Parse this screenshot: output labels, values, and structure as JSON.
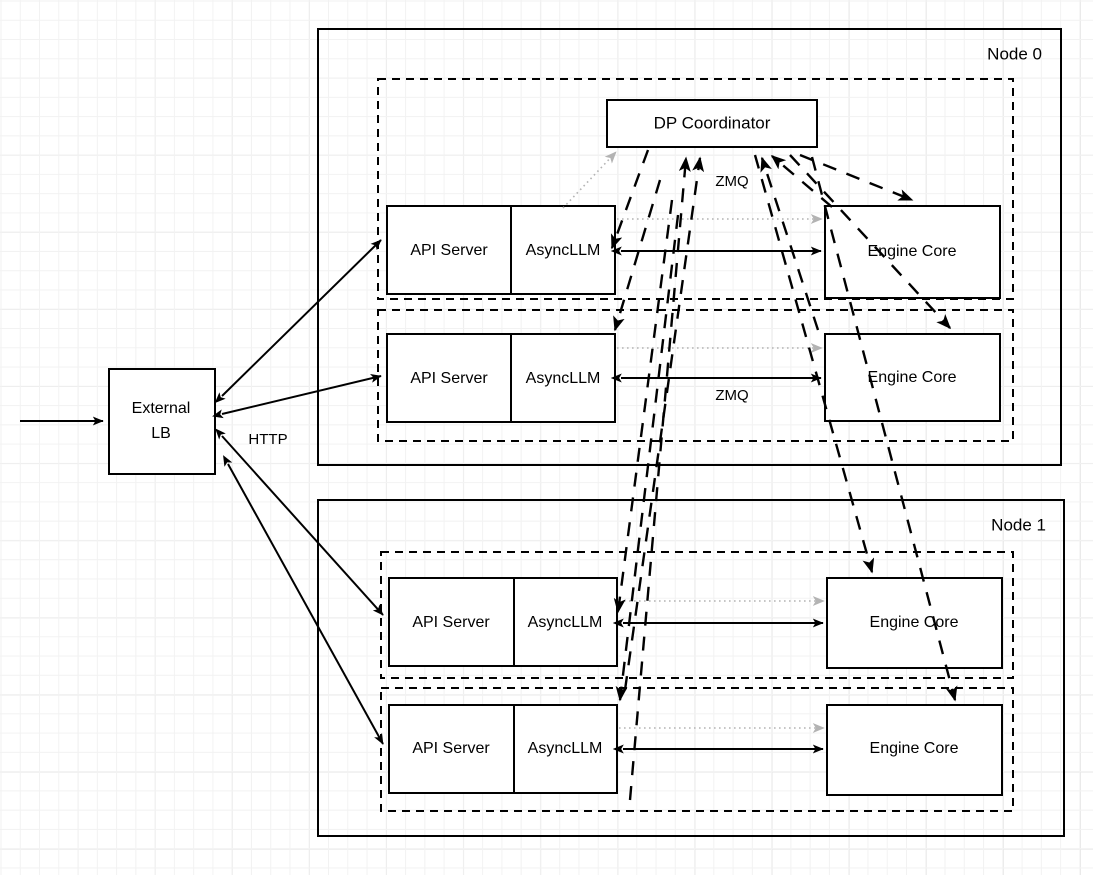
{
  "diagram": {
    "title": "vLLM Data Parallel Deployment Architecture",
    "background": "#ffffff",
    "grid_color": "#dcdcdc",
    "colors": {
      "stroke": "#000000",
      "fill": "#ffffff",
      "dotted_arrow": "#b3b3b3"
    }
  },
  "external": {
    "lb_label_line1": "External",
    "lb_label_line2": "LB",
    "http_label": "HTTP"
  },
  "coordinator": {
    "label": "DP Coordinator"
  },
  "edge_labels": {
    "zmq_node0_row0": "ZMQ",
    "zmq_node0_row1": "ZMQ"
  },
  "nodes": [
    {
      "name": "Node 0",
      "engines": [
        {
          "api_server_label": "API Server",
          "asyncllm_label": "AsyncLLM",
          "engine_core_label": "Engine Core"
        },
        {
          "api_server_label": "API Server",
          "asyncllm_label": "AsyncLLM",
          "engine_core_label": "Engine Core"
        }
      ]
    },
    {
      "name": "Node 1",
      "engines": [
        {
          "api_server_label": "API Server",
          "asyncllm_label": "AsyncLLM",
          "engine_core_label": "Engine Core"
        },
        {
          "api_server_label": "API Server",
          "asyncllm_label": "AsyncLLM",
          "engine_core_label": "Engine Core"
        }
      ]
    }
  ]
}
